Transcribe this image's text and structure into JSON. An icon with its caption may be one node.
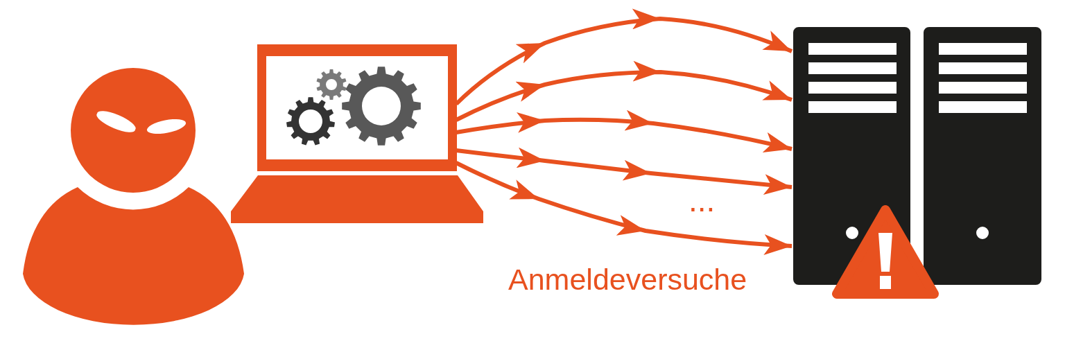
{
  "diagram": {
    "nodes": [
      {
        "text": [],
        "shape": "person"
      },
      {
        "text": [],
        "shape": "picture"
      },
      {
        "text": [],
        "shape": "box"
      },
      {
        "text": [],
        "shape": "triangle"
      },
      {
        "text": [],
        "shape": "box"
      }
    ],
    "edges": [
      {
        "from": 1,
        "to": 2,
        "arrow": "to"
      },
      {
        "from": 1,
        "to": 2,
        "arrow": "to"
      },
      {
        "from": 1,
        "to": 2,
        "arrow": "to"
      },
      {
        "from": 1,
        "to": 2,
        "arrow": "to"
      },
      {
        "from": 1,
        "to": 2,
        "arrow": "to"
      }
    ],
    "labels": [
      "...",
      "Anmeldeversuche"
    ]
  }
}
